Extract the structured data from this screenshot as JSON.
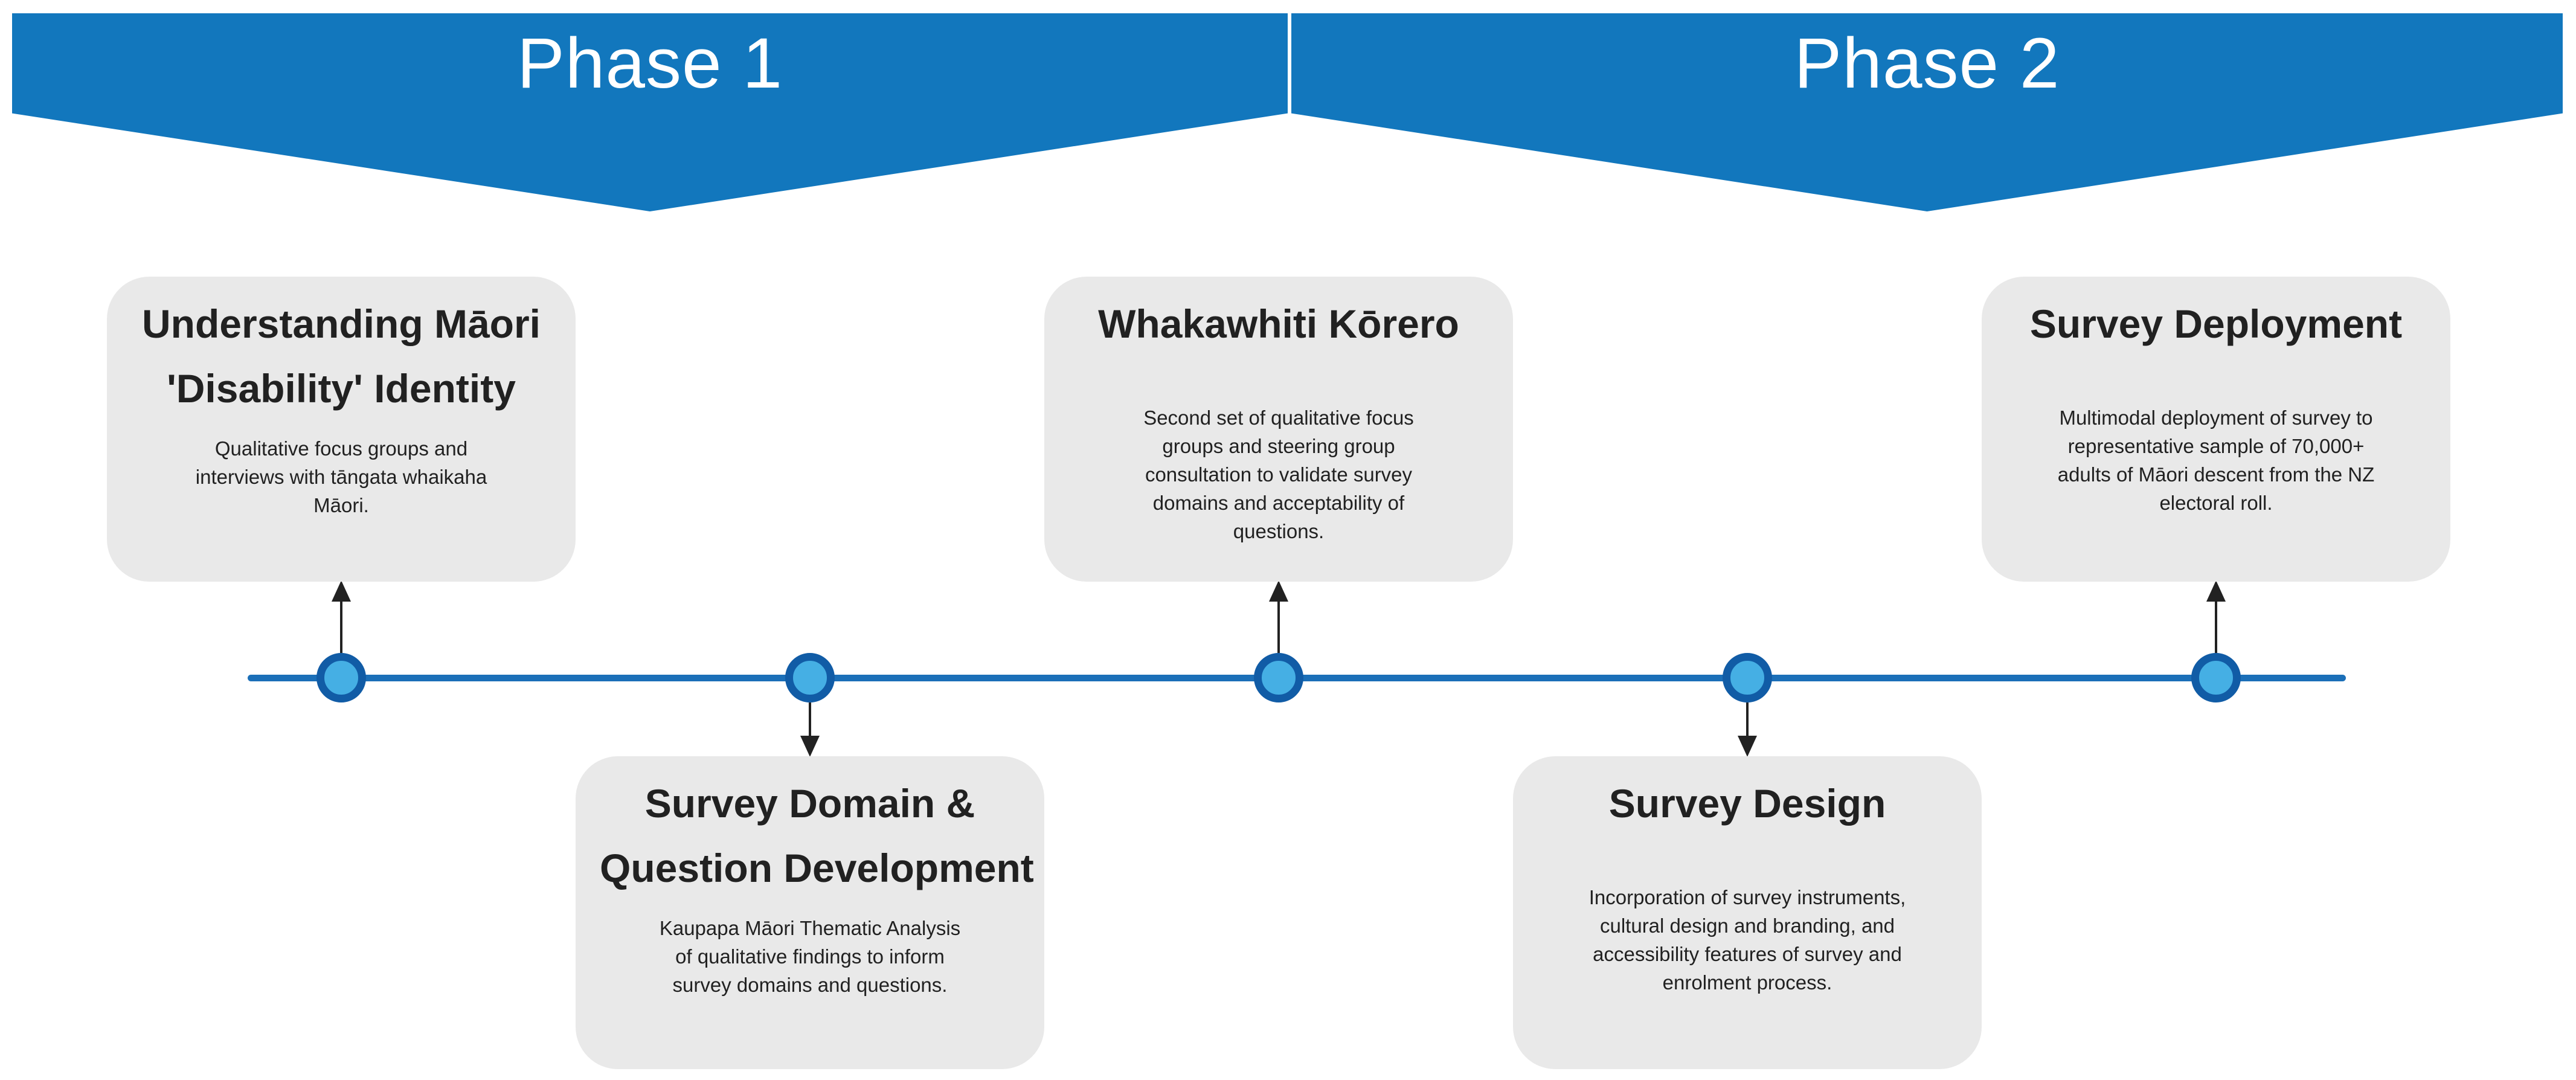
{
  "diagram": {
    "phases": [
      {
        "label": "Phase 1"
      },
      {
        "label": "Phase 2"
      }
    ],
    "milestones": [
      {
        "title": "Understanding Māori\n'Disability' Identity",
        "body": "Qualitative focus groups and\ninterviews with tāngata whaikaha\nMāori.",
        "position": "above-timeline",
        "phase": "Phase 1"
      },
      {
        "title": "Survey Domain &\nQuestion Development",
        "body": "Kaupapa Māori Thematic Analysis\nof qualitative findings to inform\nsurvey domains and questions.",
        "position": "below-timeline",
        "phase": "Phase 1"
      },
      {
        "title": "Whakawhiti Kōrero",
        "body": "Second set of qualitative focus\ngroups and steering group\nconsultation to validate survey\ndomains and acceptability of\nquestions.",
        "position": "above-timeline",
        "phase": "Phase 1"
      },
      {
        "title": "Survey Design",
        "body": "Incorporation of survey instruments,\ncultural design and branding, and\naccessibility features of survey and\nenrolment process.",
        "position": "below-timeline",
        "phase": "Phase 2"
      },
      {
        "title": "Survey Deployment",
        "body": "Multimodal deployment of survey to\nrepresentative sample of 70,000+\nadults of Māori descent from the NZ\nelectoral roll.",
        "position": "above-timeline",
        "phase": "Phase 2"
      }
    ],
    "colors": {
      "banner_blue": "#1277BD",
      "timeline_blue": "#1B6FB8",
      "node_ring": "#115CA6",
      "node_fill": "#45AFE4",
      "card_bg": "#E9E9E9",
      "text_dark": "#212121",
      "connector": "#222222"
    }
  }
}
